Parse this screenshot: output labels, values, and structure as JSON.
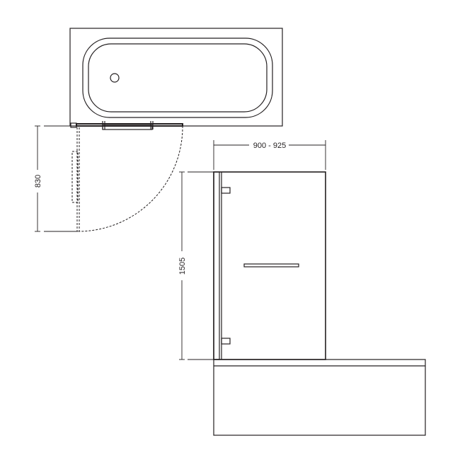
{
  "dimensions": {
    "door_swing": "830",
    "panel_width": "900 - 925",
    "panel_height": "1505"
  },
  "colors": {
    "line": "#231f20",
    "background": "#ffffff"
  }
}
